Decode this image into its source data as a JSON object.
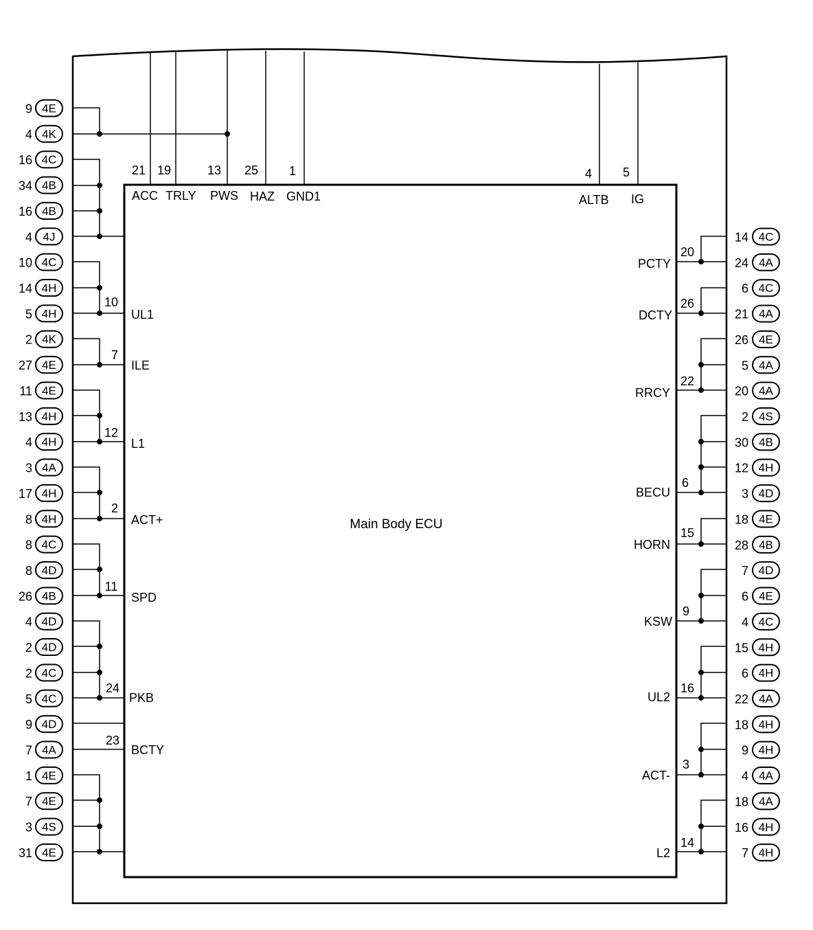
{
  "ecu_name": "Main Body ECU",
  "colors": {
    "line": "#000000",
    "background": "#ffffff"
  },
  "top_pins": [
    {
      "pin": "21",
      "label": "ACC"
    },
    {
      "pin": "19",
      "label": "TRLY"
    },
    {
      "pin": "13",
      "label": "PWS"
    },
    {
      "pin": "25",
      "label": "HAZ"
    },
    {
      "pin": "1",
      "label": "GND1"
    },
    {
      "pin": "4",
      "label": "ALTB"
    },
    {
      "pin": "5",
      "label": "IG"
    }
  ],
  "left_pins": [
    {
      "pin": "10",
      "label": "UL1"
    },
    {
      "pin": "7",
      "label": "ILE"
    },
    {
      "pin": "12",
      "label": "L1"
    },
    {
      "pin": "2",
      "label": "ACT+"
    },
    {
      "pin": "11",
      "label": "SPD"
    },
    {
      "pin": "24",
      "label": "PKB"
    },
    {
      "pin": "23",
      "label": "BCTY"
    }
  ],
  "right_pins": [
    {
      "pin": "20",
      "label": "PCTY"
    },
    {
      "pin": "26",
      "label": "DCTY"
    },
    {
      "pin": "22",
      "label": "RRCY"
    },
    {
      "pin": "6",
      "label": "BECU"
    },
    {
      "pin": "15",
      "label": "HORN"
    },
    {
      "pin": "9",
      "label": "KSW"
    },
    {
      "pin": "16",
      "label": "UL2"
    },
    {
      "pin": "3",
      "label": "ACT-"
    },
    {
      "pin": "14",
      "label": "L2"
    }
  ],
  "left_connectors": [
    {
      "num": "9",
      "conn": "4E"
    },
    {
      "num": "4",
      "conn": "4K"
    },
    {
      "num": "16",
      "conn": "4C"
    },
    {
      "num": "34",
      "conn": "4B"
    },
    {
      "num": "16",
      "conn": "4B"
    },
    {
      "num": "4",
      "conn": "4J"
    },
    {
      "num": "10",
      "conn": "4C"
    },
    {
      "num": "14",
      "conn": "4H"
    },
    {
      "num": "5",
      "conn": "4H"
    },
    {
      "num": "2",
      "conn": "4K"
    },
    {
      "num": "27",
      "conn": "4E"
    },
    {
      "num": "11",
      "conn": "4E"
    },
    {
      "num": "13",
      "conn": "4H"
    },
    {
      "num": "4",
      "conn": "4H"
    },
    {
      "num": "3",
      "conn": "4A"
    },
    {
      "num": "17",
      "conn": "4H"
    },
    {
      "num": "8",
      "conn": "4H"
    },
    {
      "num": "8",
      "conn": "4C"
    },
    {
      "num": "8",
      "conn": "4D"
    },
    {
      "num": "26",
      "conn": "4B"
    },
    {
      "num": "4",
      "conn": "4D"
    },
    {
      "num": "2",
      "conn": "4D"
    },
    {
      "num": "2",
      "conn": "4C"
    },
    {
      "num": "5",
      "conn": "4C"
    },
    {
      "num": "9",
      "conn": "4D"
    },
    {
      "num": "7",
      "conn": "4A"
    },
    {
      "num": "1",
      "conn": "4E"
    },
    {
      "num": "7",
      "conn": "4E"
    },
    {
      "num": "3",
      "conn": "4S"
    },
    {
      "num": "31",
      "conn": "4E"
    }
  ],
  "right_connectors": [
    {
      "num": "14",
      "conn": "4C"
    },
    {
      "num": "24",
      "conn": "4A"
    },
    {
      "num": "6",
      "conn": "4C"
    },
    {
      "num": "21",
      "conn": "4A"
    },
    {
      "num": "26",
      "conn": "4E"
    },
    {
      "num": "5",
      "conn": "4A"
    },
    {
      "num": "20",
      "conn": "4A"
    },
    {
      "num": "2",
      "conn": "4S"
    },
    {
      "num": "30",
      "conn": "4B"
    },
    {
      "num": "12",
      "conn": "4H"
    },
    {
      "num": "3",
      "conn": "4D"
    },
    {
      "num": "18",
      "conn": "4E"
    },
    {
      "num": "28",
      "conn": "4B"
    },
    {
      "num": "7",
      "conn": "4D"
    },
    {
      "num": "6",
      "conn": "4E"
    },
    {
      "num": "4",
      "conn": "4C"
    },
    {
      "num": "15",
      "conn": "4H"
    },
    {
      "num": "6",
      "conn": "4H"
    },
    {
      "num": "22",
      "conn": "4A"
    },
    {
      "num": "18",
      "conn": "4H"
    },
    {
      "num": "9",
      "conn": "4H"
    },
    {
      "num": "4",
      "conn": "4A"
    },
    {
      "num": "18",
      "conn": "4A"
    },
    {
      "num": "16",
      "conn": "4H"
    },
    {
      "num": "7",
      "conn": "4H"
    }
  ]
}
